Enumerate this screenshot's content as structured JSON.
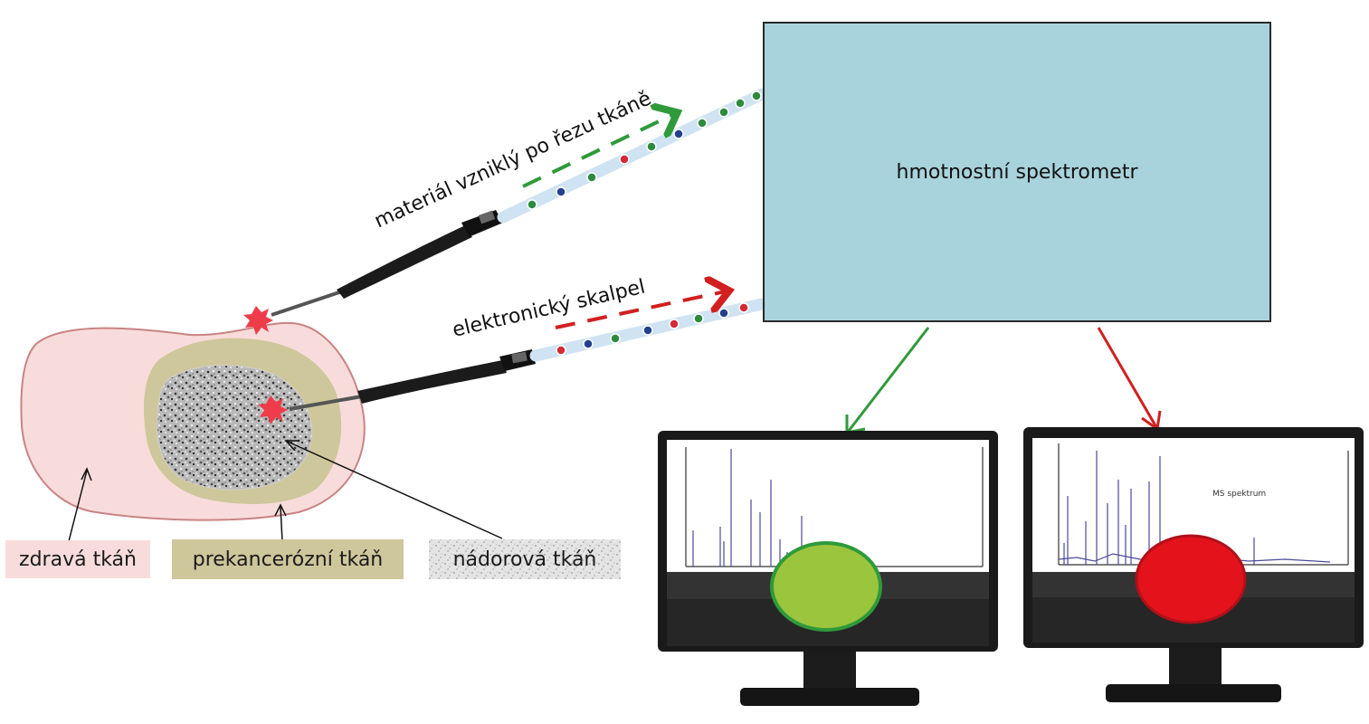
{
  "spectrometer": {
    "label": "hmotnostní spektrometr"
  },
  "labels": {
    "top_stream": "materiál vzniklý po řezu tkáně",
    "bottom_stream": "elektronický skalpel"
  },
  "legend": {
    "healthy": "zdravá tkáň",
    "precancerous": "prekancerózní tkáň",
    "tumor": "nádorová tkáň"
  },
  "monitor_right": {
    "spectrum_title": "MS spektrum"
  },
  "colors": {
    "healthy_fill": "#f8dcdc",
    "healthy_border": "#c98383",
    "precancer_fill": "#cfc79c",
    "spectrometer_fill": "#a9d3dc",
    "green_arrow": "#2f9a3a",
    "red_arrow": "#d21f1f",
    "green_result": "#9bc53d",
    "red_result": "#e3121b",
    "tube": "#cfe3f2"
  }
}
